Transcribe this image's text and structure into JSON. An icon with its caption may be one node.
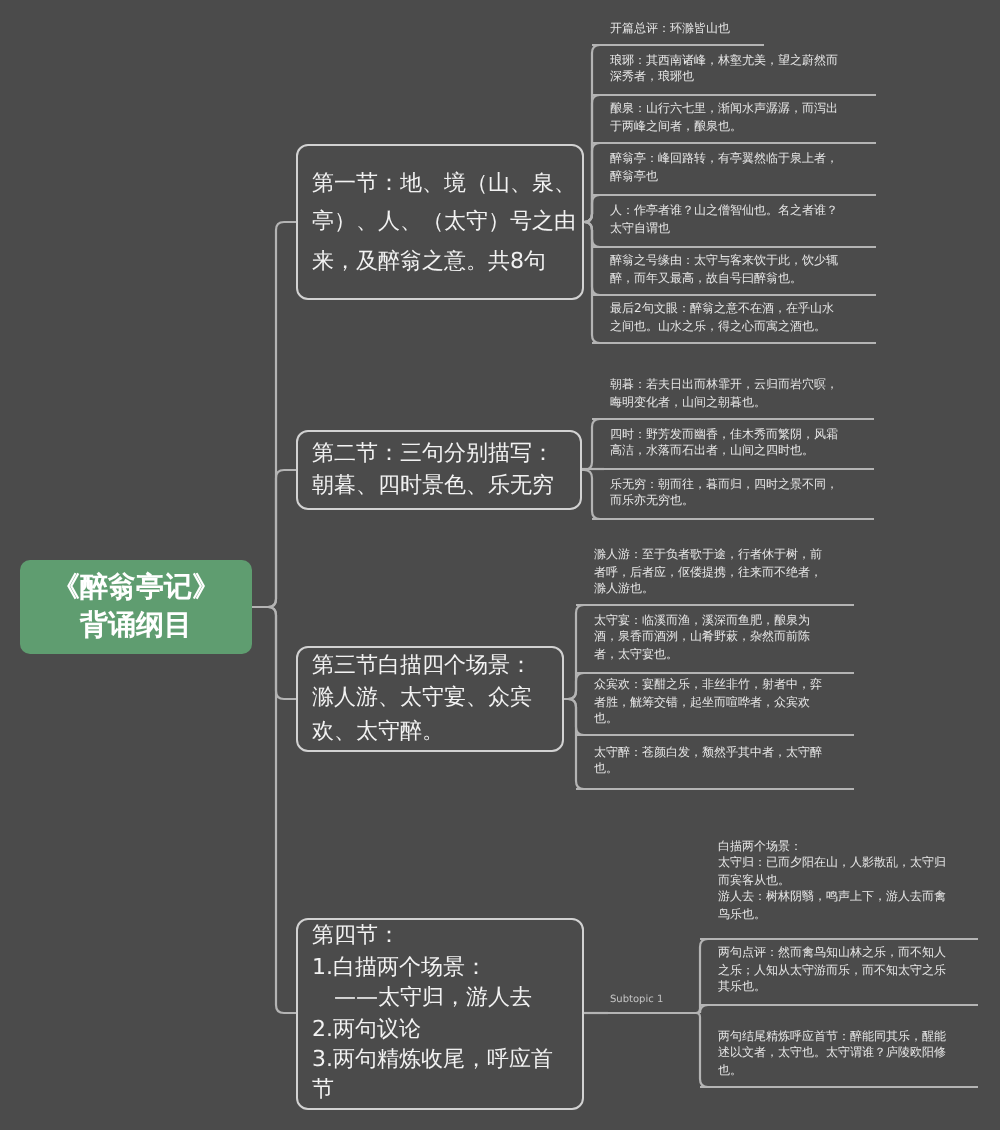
{
  "diagram": {
    "nodes": [
      {
        "text": [
          "《醉翁亭记》背诵纲目"
        ]
      },
      {
        "text": [
          "第一节：地、境（山、泉、亭）、人、（太守）号之由来，及醉翁之意。共8句"
        ]
      },
      {
        "text": [
          "开篇总评：环滁皆山也"
        ]
      },
      {
        "text": [
          "琅琊：其西南诸峰，林壑尤美，望之蔚然而深秀者，琅琊也"
        ]
      },
      {
        "text": [
          "酿泉：山行六七里，渐闻水声潺潺，而泻出于两峰之间者，酿泉也。"
        ]
      },
      {
        "text": [
          "醉翁亭：峰回路转，有亭翼然临于泉上者，醉翁亭也"
        ]
      },
      {
        "text": [
          "人：作亭者谁？山之僧智仙也。名之者谁？太守自谓也"
        ]
      },
      {
        "text": [
          "醉翁之号缘由：太守与客来饮于此，饮少辄醉，而年又最高，故自号曰醉翁也。"
        ]
      },
      {
        "text": [
          "最后2句文眼：醉翁之意不在酒，在乎山水之间也。山水之乐，得之心而寓之酒也。"
        ]
      },
      {
        "text": [
          "第二节：三句分别描写：",
          "朝暮、四时景色、乐无穷"
        ]
      },
      {
        "text": [
          "朝暮：若夫日出而林霏开，云归而岩穴暝，晦明变化者，山间之朝暮也。"
        ]
      },
      {
        "text": [
          "四时：野芳发而幽香，佳木秀而繁阴，风霜高洁，水落而石出者，山间之四时也。"
        ]
      },
      {
        "text": [
          "乐无穷：朝而往，暮而归，四时之景不同，而乐亦无穷也。"
        ]
      },
      {
        "text": [
          "第三节白描四个场景：",
          "滁人游、太守宴、众宾欢、太守醉。"
        ]
      },
      {
        "text": [
          "滁人游：至于负者歌于途，行者休于树，前者呼，后者应，伛偻提携，往来而不绝者，滁人游也。"
        ]
      },
      {
        "text": [
          "太守宴：临溪而渔，溪深而鱼肥，酿泉为酒，泉香而酒洌，山肴野蔌，杂然而前陈者，太守宴也。"
        ]
      },
      {
        "text": [
          "众宾欢：宴酣之乐，非丝非竹，射者中，弈者胜，觥筹交错，起坐而喧哗者，众宾欢也。"
        ]
      },
      {
        "text": [
          "太守醉：苍颜白发，颓然乎其中者，太守醉也。"
        ]
      },
      {
        "text": [
          "第四节：",
          "1.白描两个场景：",
          "——太守归，游人去",
          "2.两句议论",
          "3.两句精炼收尾，呼应首节"
        ]
      },
      {
        "text": [
          "Subtopic 1"
        ]
      },
      {
        "text": [
          "白描两个场景：",
          "太守归：已而夕阳在山，人影散乱，太守归而宾客从也。",
          "游人去：树林阴翳，鸣声上下，游人去而禽鸟乐也。"
        ]
      },
      {
        "text": [
          "两句点评：然而禽鸟知山林之乐，而不知人之乐；人知从太守游而乐，而不知太守之乐其乐也。"
        ]
      },
      {
        "text": [
          "两句结尾精炼呼应首节：醉能同其乐，醒能述以文者，太守也。太守谓谁？庐陵欧阳修也。"
        ]
      }
    ],
    "edges": [
      {
        "from": 0,
        "to": 1,
        "arrow": "none"
      },
      {
        "from": 0,
        "to": 9,
        "arrow": "none"
      },
      {
        "from": 0,
        "to": 13,
        "arrow": "none"
      },
      {
        "from": 0,
        "to": 18,
        "arrow": "none"
      },
      {
        "from": 1,
        "to": 2,
        "arrow": "none"
      },
      {
        "from": 1,
        "to": 3,
        "arrow": "none"
      },
      {
        "from": 1,
        "to": 4,
        "arrow": "none"
      },
      {
        "from": 1,
        "to": 5,
        "arrow": "none"
      },
      {
        "from": 1,
        "to": 6,
        "arrow": "none"
      },
      {
        "from": 1,
        "to": 7,
        "arrow": "none"
      },
      {
        "from": 1,
        "to": 8,
        "arrow": "none"
      },
      {
        "from": 9,
        "to": 10,
        "arrow": "none"
      },
      {
        "from": 9,
        "to": 11,
        "arrow": "none"
      },
      {
        "from": 9,
        "to": 12,
        "arrow": "none"
      },
      {
        "from": 13,
        "to": 14,
        "arrow": "none"
      },
      {
        "from": 13,
        "to": 15,
        "arrow": "none"
      },
      {
        "from": 13,
        "to": 16,
        "arrow": "none"
      },
      {
        "from": 13,
        "to": 17,
        "arrow": "none"
      },
      {
        "from": 18,
        "to": 19,
        "arrow": "none"
      },
      {
        "from": 19,
        "to": 20,
        "arrow": "none"
      },
      {
        "from": 19,
        "to": 21,
        "arrow": "none"
      },
      {
        "from": 19,
        "to": 22,
        "arrow": "none"
      }
    ]
  }
}
